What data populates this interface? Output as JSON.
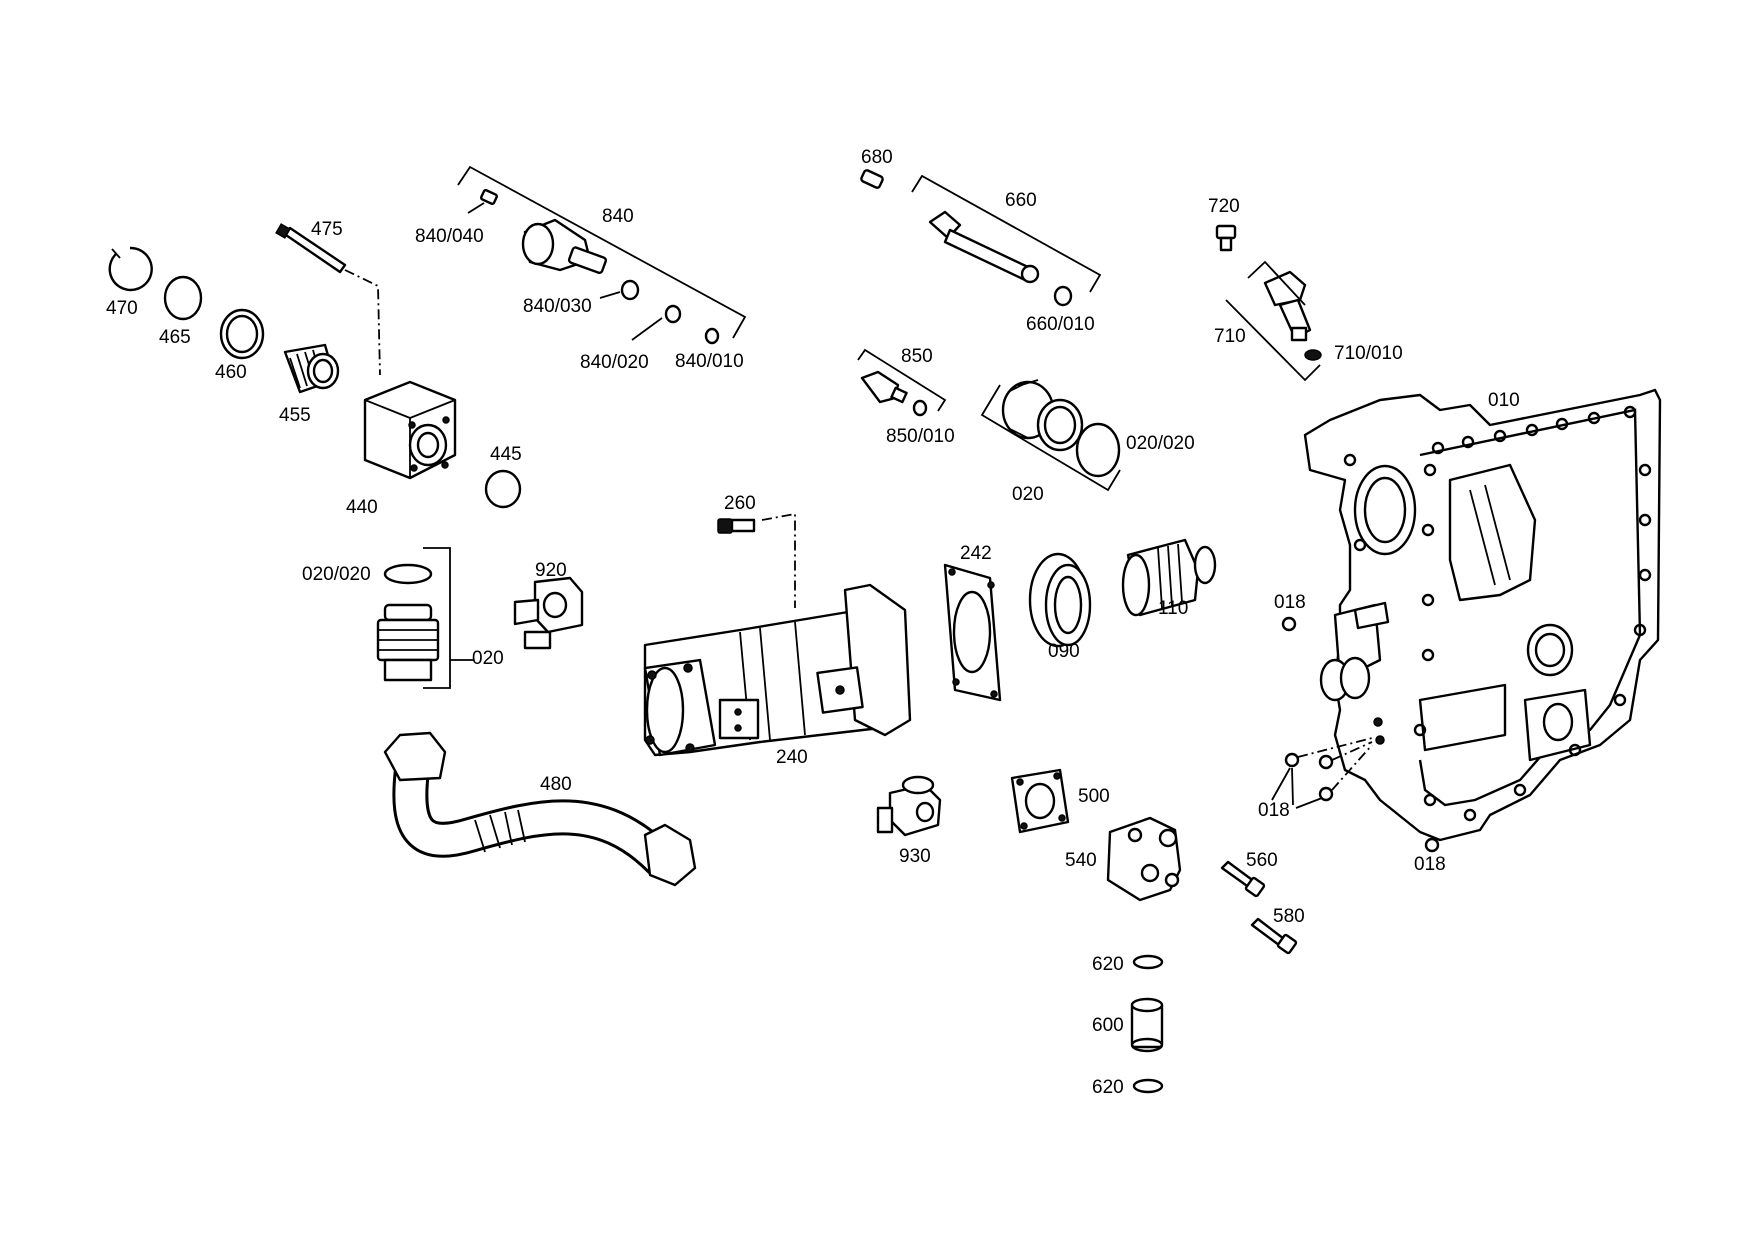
{
  "labels": {
    "l010": "010",
    "l018a": "018",
    "l018b": "018",
    "l018c": "018",
    "l020a": "020",
    "l020b": "020",
    "l020020a": "020/020",
    "l020020b": "020/020",
    "l090": "090",
    "l110": "110",
    "l240": "240",
    "l242": "242",
    "l260": "260",
    "l440": "440",
    "l445": "445",
    "l455": "455",
    "l460": "460",
    "l465": "465",
    "l470": "470",
    "l475": "475",
    "l480": "480",
    "l500": "500",
    "l540": "540",
    "l560": "560",
    "l580": "580",
    "l600": "600",
    "l620a": "620",
    "l620b": "620",
    "l660": "660",
    "l660010": "660/010",
    "l680": "680",
    "l710": "710",
    "l710010": "710/010",
    "l720": "720",
    "l840": "840",
    "l840010": "840/010",
    "l840020": "840/020",
    "l840030": "840/030",
    "l840040": "840/040",
    "l850": "850",
    "l850010": "850/010",
    "l920": "920",
    "l930": "930"
  }
}
